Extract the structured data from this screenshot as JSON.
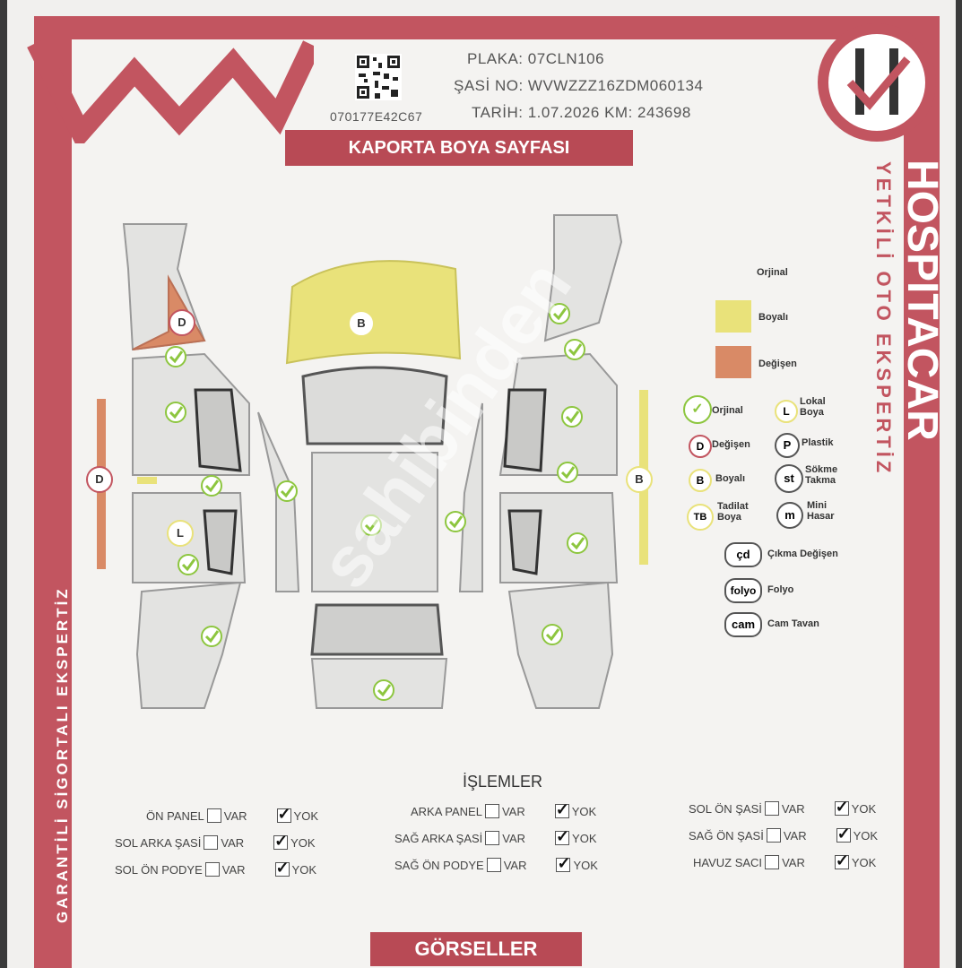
{
  "header": {
    "qr_code": "070177E42C67",
    "plaka_label": "PLAKA:",
    "plaka": "07CLN106",
    "sasi_label": "ŞASİ NO:",
    "sasi": "WVWZZZ16ZDM060134",
    "tarih_label": "TARİH:",
    "tarih": "1.07.2026",
    "km_label": "KM:",
    "km": "243698"
  },
  "title": "KAPORTA BOYA SAYFASI",
  "brand": {
    "name": "HOSPITACAR",
    "tagline": "YETKİLİ OTO EKSPERTİZ",
    "side_text": "GARANTİLİ SİGORTALI EKSPERTİZ"
  },
  "watermark": "sahibinden",
  "colors": {
    "accent": "#c25560",
    "boyali": "#e9e27a",
    "degisen": "#d98a66",
    "check": "#8dc63f"
  },
  "color_legend": [
    {
      "label": "Orjinal",
      "color": "none"
    },
    {
      "label": "Boyalı",
      "color": "#e9e27a"
    },
    {
      "label": "Değişen",
      "color": "#d98a66"
    }
  ],
  "symbol_legend": [
    {
      "symbol": "✓",
      "label": "Orjinal"
    },
    {
      "symbol": "L",
      "label": "Lokal Boya"
    },
    {
      "symbol": "D",
      "label": "Değişen"
    },
    {
      "symbol": "P",
      "label": "Plastik"
    },
    {
      "symbol": "B",
      "label": "Boyalı"
    },
    {
      "symbol": "st",
      "label": "Sökme Takma"
    },
    {
      "symbol": "TB",
      "label": "Tadilat Boya"
    },
    {
      "symbol": "m",
      "label": "Mini Hasar"
    },
    {
      "symbol": "çd",
      "label": "Çıkma Değişen"
    },
    {
      "symbol": "folyo",
      "label": "Folyo"
    },
    {
      "symbol": "cam",
      "label": "Cam Tavan"
    }
  ],
  "diagram_marks": {
    "hood": "B",
    "left_front_fender": "D",
    "left_rocker": "D",
    "left_rear_door": "L",
    "right_rocker": "B"
  },
  "operations_title": "İŞLEMLER",
  "var_label": "VAR",
  "yok_label": "YOK",
  "operations": [
    {
      "label": "ÖN PANEL",
      "value": "YOK"
    },
    {
      "label": "SOL ARKA ŞASİ",
      "value": "YOK"
    },
    {
      "label": "SOL ÖN PODYE",
      "value": "YOK"
    },
    {
      "label": "ARKA PANEL",
      "value": "YOK"
    },
    {
      "label": "SAĞ ARKA ŞASİ",
      "value": "YOK"
    },
    {
      "label": "SAĞ ÖN PODYE",
      "value": "YOK"
    },
    {
      "label": "SOL ÖN ŞASİ",
      "value": "YOK"
    },
    {
      "label": "SAĞ ÖN ŞASİ",
      "value": "YOK"
    },
    {
      "label": "HAVUZ SACI",
      "value": "YOK"
    }
  ],
  "footer_banner": "GÖRSELLER"
}
